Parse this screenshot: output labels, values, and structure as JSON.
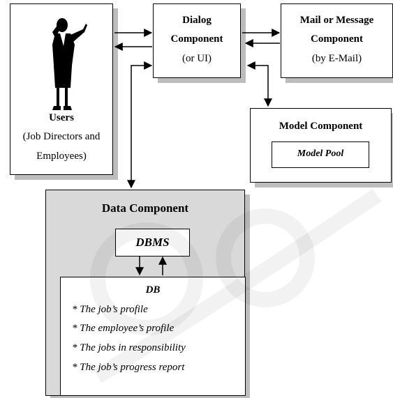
{
  "users": {
    "title": "Users",
    "subtitle_line1": "(Job Directors and",
    "subtitle_line2": "Employees)"
  },
  "dialog": {
    "line1": "Dialog",
    "line2": "Component",
    "line3": "(or UI)"
  },
  "mail": {
    "line1": "Mail or Message",
    "line2": "Component",
    "line3": "(by E-Mail)"
  },
  "model": {
    "title": "Model Component",
    "pool": "Model Pool"
  },
  "data": {
    "title": "Data Component",
    "dbms": "DBMS",
    "db_title": "DB",
    "db_items": [
      "* The job’s profile",
      "* The employee’s profile",
      "* The jobs in responsibility",
      "* The job’s progress report"
    ]
  },
  "colors": {
    "data_fill": "#d9d9d9",
    "shadow": "#bdbdbd",
    "stroke": "#000000"
  }
}
